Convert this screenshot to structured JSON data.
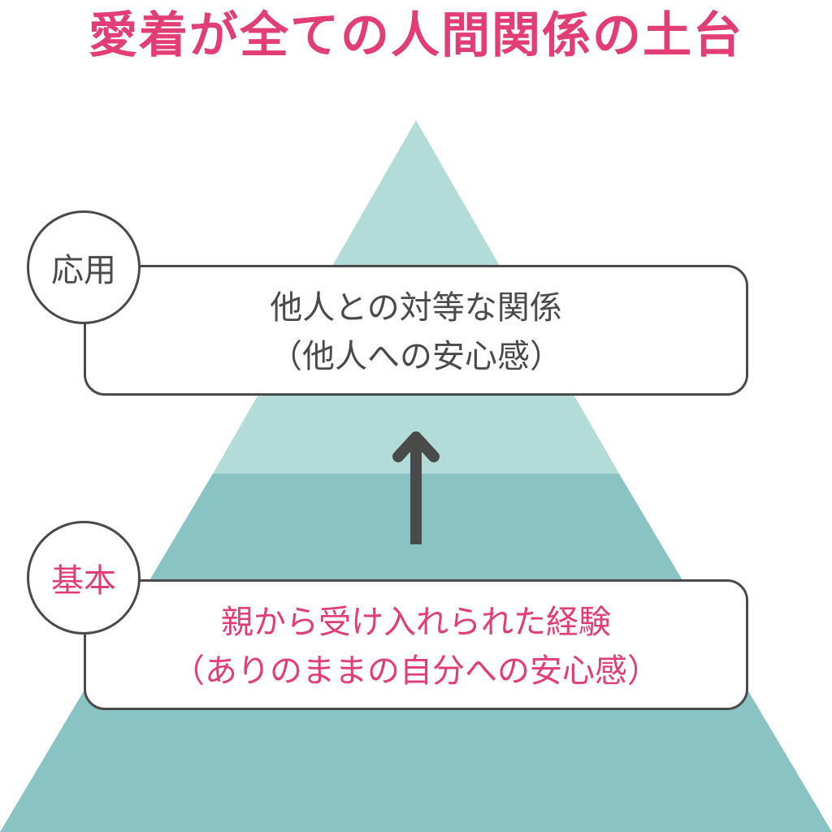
{
  "title": "愛着が全ての人間関係の土台",
  "levels": {
    "upper": {
      "tag": "応用",
      "line1": "他人との対等な関係",
      "line2": "（他人への安心感）"
    },
    "lower": {
      "tag": "基本",
      "line1": "親から受け入れられた経験",
      "line2": "（ありのままの自分への安心感）"
    }
  },
  "colors": {
    "accent": "#e23d74",
    "pyramid_upper": "#b3dbd8",
    "pyramid_lower": "#89c3c4",
    "outline": "#4a4a4a"
  }
}
